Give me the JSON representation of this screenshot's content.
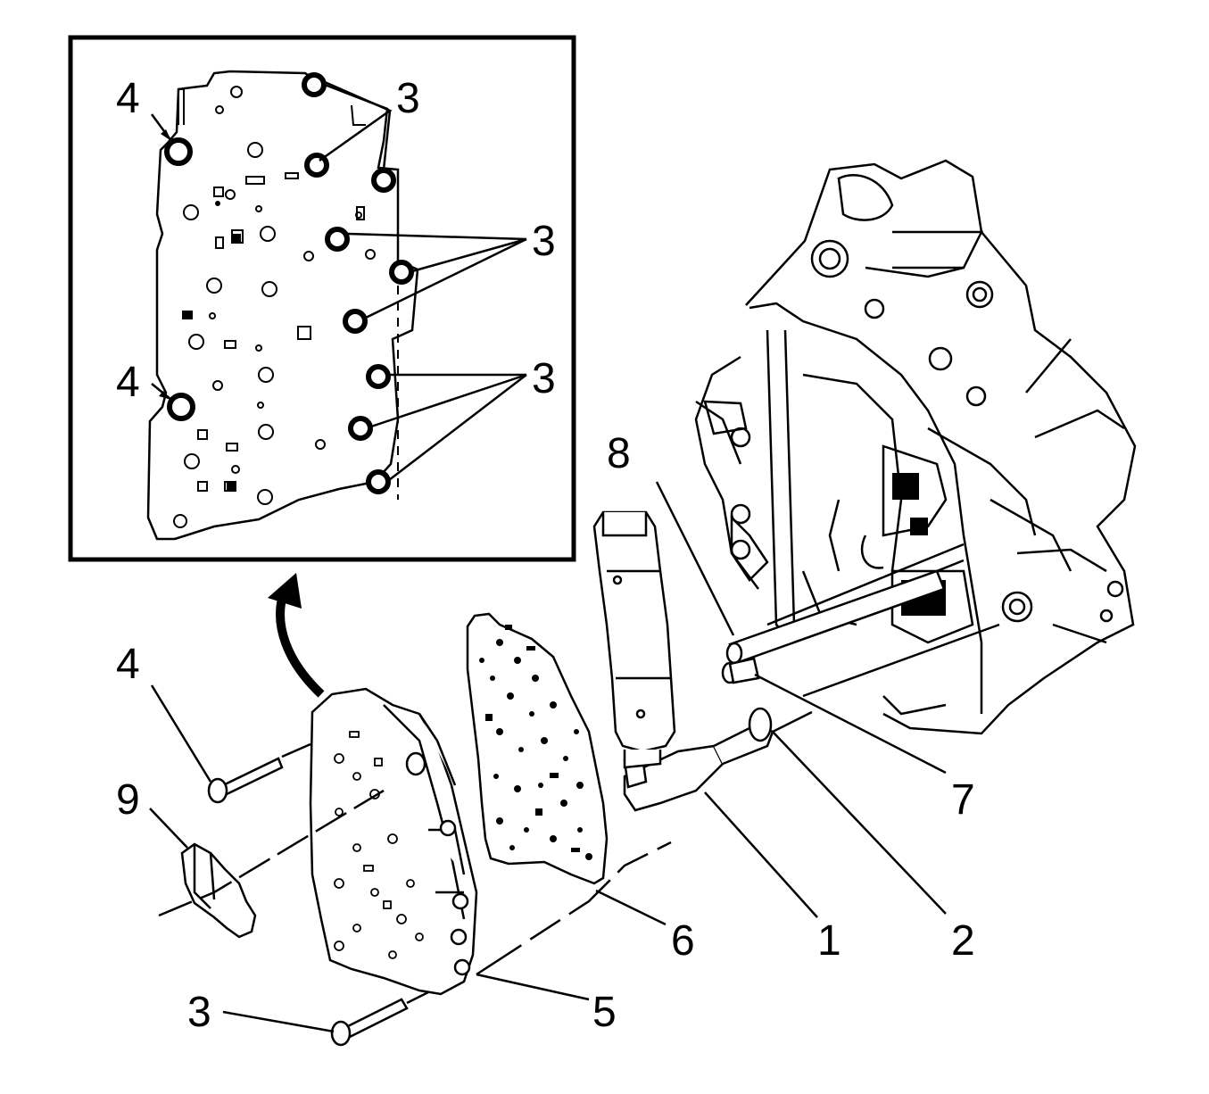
{
  "diagram": {
    "callouts": {
      "inset_bolt_top_left": "4",
      "inset_bolt_bottom_left": "4",
      "inset_bolts_group_top": "3",
      "inset_bolts_group_mid": "3",
      "inset_bolts_group_low": "3",
      "bolt_long": "4",
      "clip": "9",
      "bolt_short": "3",
      "valve_body": "5",
      "spacer_plate": "6",
      "connector": "1",
      "seal": "2",
      "tube_7": "7",
      "tube_8": "8"
    }
  }
}
